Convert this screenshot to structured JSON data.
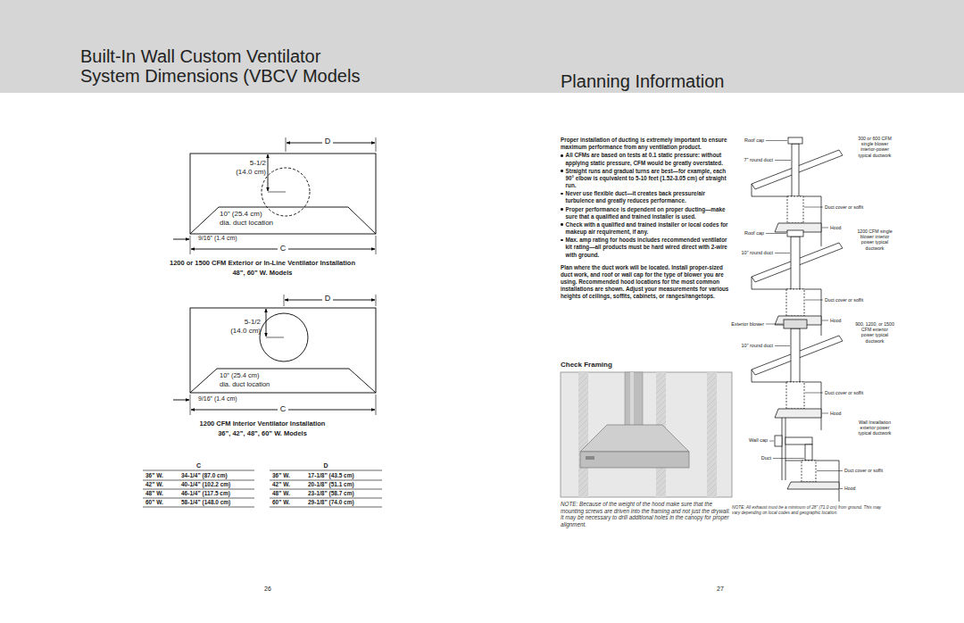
{
  "diagram": {
    "title": "Built-In Wall Custom Ventilator System Dimensions (VBCV Models",
    "labels": [
      "Planning Information",
      "D",
      "5-1/2",
      "(14.0 cm)",
      "10” (25.4 cm)",
      "dia. duct location",
      "9/16” (1.4 cm)",
      "C",
      "1200 or 1500 CFM Exterior or In-Line Ventilator Installation",
      "48”, 60” W. Models",
      "D",
      "5-1/2",
      "(14.0 cm)",
      "10” (25.4 cm)",
      "dia. duct location",
      "9/16” (1.4 cm)",
      "C",
      "1200 CFM Interior Ventilator Installation",
      "36”, 42”, 48”, 60” W. Models",
      "C",
      "36” W.",
      "34-1/4” (87.0 cm)",
      "42” W.",
      "40-1/4” (102.2 cm)",
      "48” W.",
      "46-1/4” (117.5 cm)",
      "60” W.",
      "58-1/4” (148.0 cm)",
      "D",
      "36” W.",
      "17-1/8” (43.5 cm)",
      "42” W.",
      "20-1/8” (51.1 cm)",
      "48” W.",
      "23-1/8” (58.7 cm)",
      "60” W.",
      "29-1/8” (74.0 cm)",
      "26",
      "Proper installation of ducting is extremely important to ensure maximum performance from any ventilation product.",
      "All CFMs are based on tests at 0.1 static pressure: without applying static pressure, CFM would be greatly overstated.",
      "Straight runs and gradual turns are best—for example, each 90° elbow is equivalent to 5-10 feet (1.52-3.05 cm) of straight run.",
      "Never use flexible duct—it creates back pressure/air turbulence and greatly reduces performance.",
      "Proper performance is dependent on proper ducting—make sure that a qualified and trained installer is used.",
      "Check with a qualified and trained installer or local codes for makeup air requirement, if any.",
      "Max. amp rating for hoods includes recommended ventilator kit rating—all products must be hard wired direct with 2-wire with ground.",
      "Plan where the duct work will be located. Install proper-sized duct work, and roof or wall cap for the type of blower you are using. Recommended hood locations for the most common installations are shown. Adjust your measurements for various heights of ceilings, soffits, cabinets, or ranges/rangetops.",
      "Check Framing",
      "NOTE: Because of the weight of the hood make sure that the mounting screws are driven into the framing and not just the drywall. It may be necessary to drill additional holes in the canopy for proper alignment.",
      "Roof cap",
      "7” round duct",
      "300 or 600 CFM single blower interior-power typical ductwork",
      "Duct cover or soffit",
      "Hood",
      "Roof cap",
      "10” round duct",
      "1200 CFM single blower interior power typical ductwork",
      "Duct cover or soffit",
      "Hood",
      "Exterior blower",
      "10” round duct",
      "900, 1200, or 1500 CFM exterior power typical ductwork",
      "Duct cover or soffit",
      "Hood",
      "Wall Installation exterior power typical ductwork",
      "Wall cap",
      "Duct",
      "Duct cover or soffit",
      "Hood",
      "NOTE: All exhaust must be a minimum of 28” (71.0 cm) from ground. This may vary depending on local codes and geographic location.",
      "27"
    ]
  }
}
